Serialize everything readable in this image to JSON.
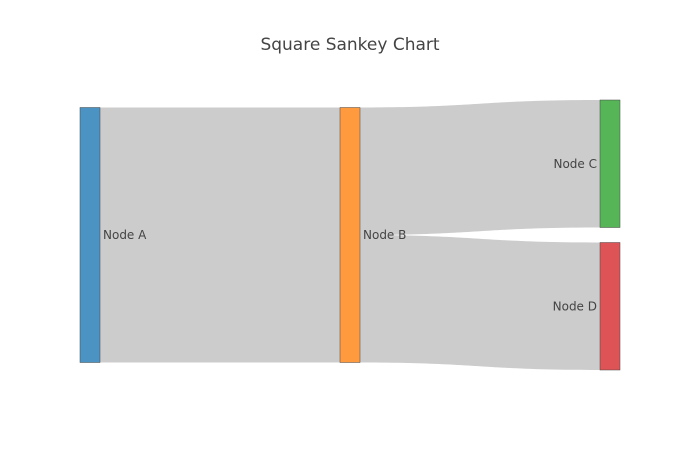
{
  "chart_data": {
    "type": "sankey",
    "title": "Square Sankey Chart",
    "nodes": [
      {
        "id": "A",
        "label": "Node A",
        "color": "#4a93c3",
        "column": 0
      },
      {
        "id": "B",
        "label": "Node B",
        "color": "#ff9a3e",
        "column": 1
      },
      {
        "id": "C",
        "label": "Node C",
        "color": "#56b556",
        "column": 2
      },
      {
        "id": "D",
        "label": "Node D",
        "color": "#de5456",
        "column": 2
      }
    ],
    "links": [
      {
        "source": "A",
        "target": "B",
        "value": 10
      },
      {
        "source": "B",
        "target": "C",
        "value": 5
      },
      {
        "source": "B",
        "target": "D",
        "value": 5
      }
    ],
    "link_color": "#cccccc"
  }
}
